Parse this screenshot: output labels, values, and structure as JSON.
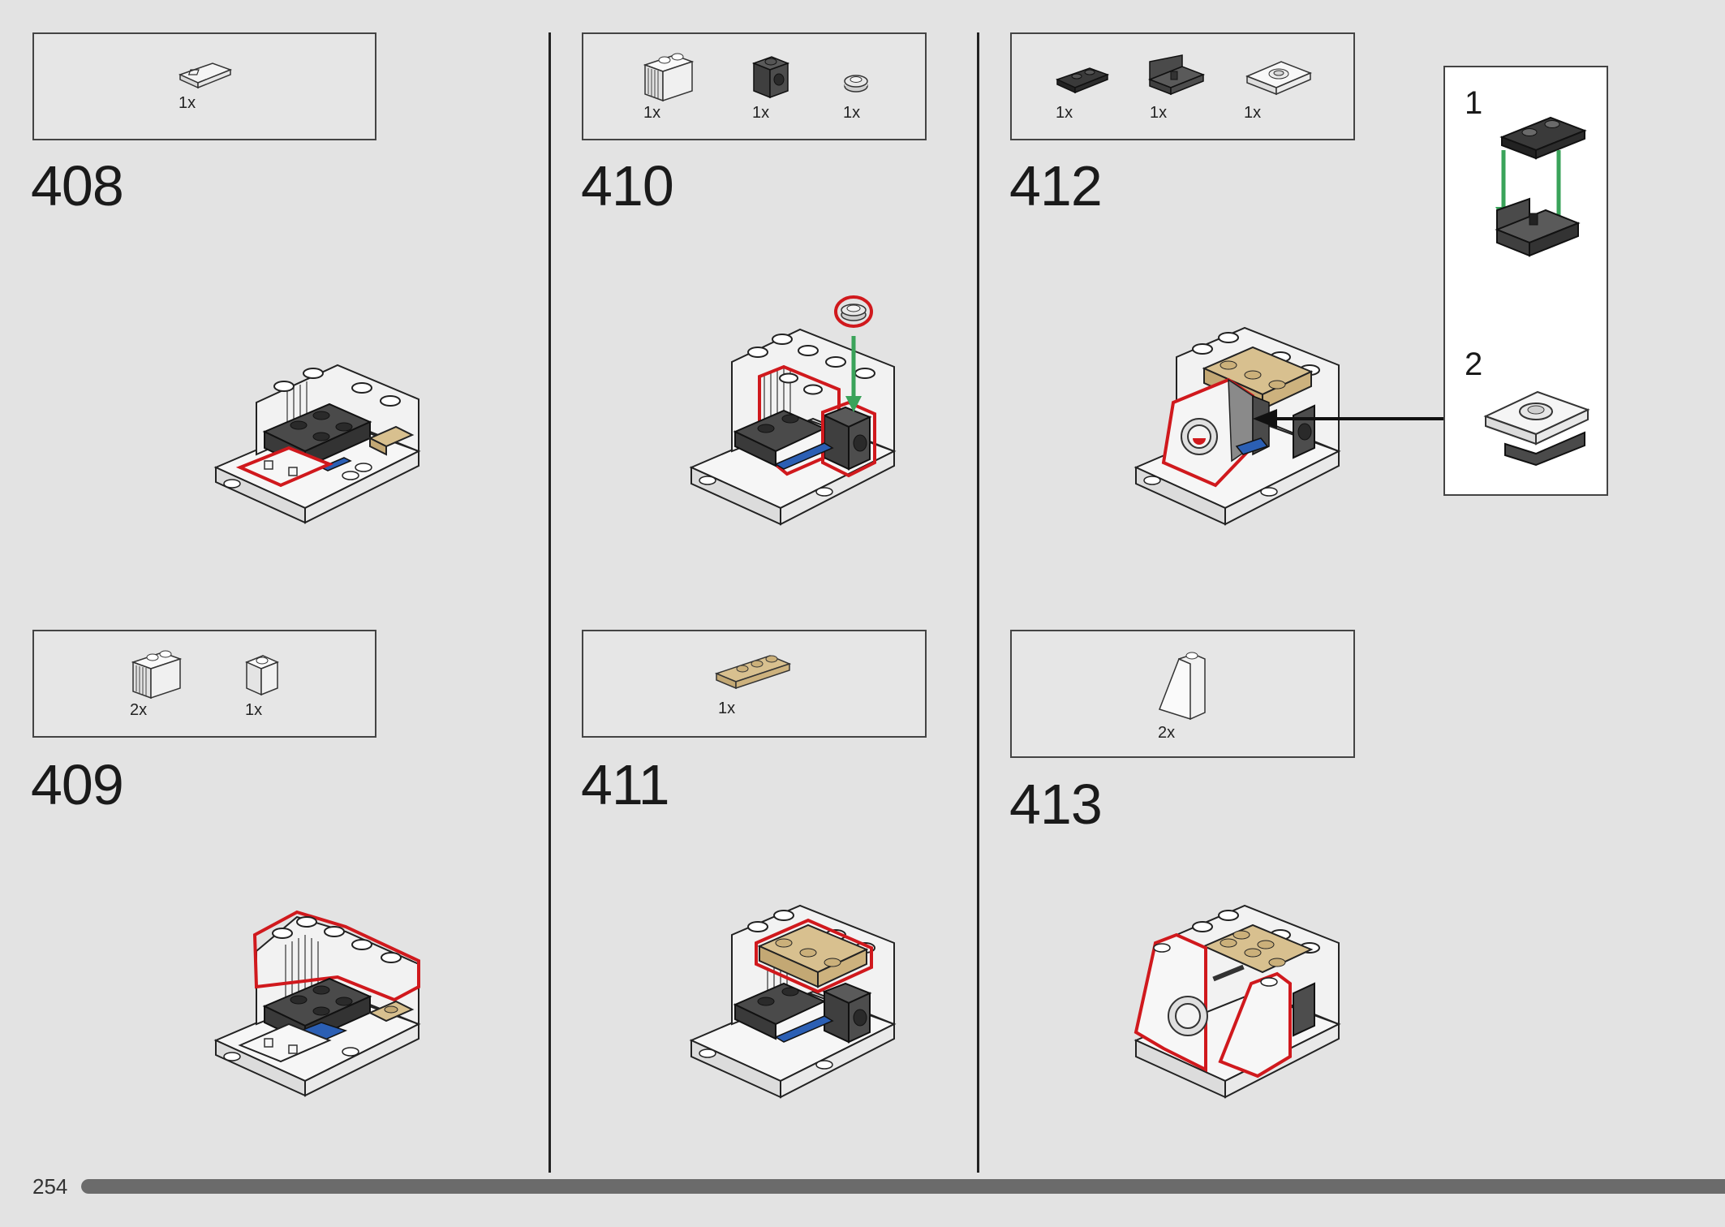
{
  "page": {
    "number": "254",
    "progress_percent": 100
  },
  "steps": [
    {
      "id": "408",
      "number": "408",
      "parts": [
        {
          "icon": "plate-1x2-grille-white-icon",
          "qty": "1x"
        }
      ]
    },
    {
      "id": "409",
      "number": "409",
      "parts": [
        {
          "icon": "brick-1x2-grille-white-icon",
          "qty": "2x"
        },
        {
          "icon": "brick-1x1-white-icon",
          "qty": "1x"
        }
      ]
    },
    {
      "id": "410",
      "number": "410",
      "parts": [
        {
          "icon": "brick-1x2-grille-white-icon",
          "qty": "1x"
        },
        {
          "icon": "technic-brick-1x1-dark-gray-icon",
          "qty": "1x"
        },
        {
          "icon": "round-plate-1x1-light-gray-icon",
          "qty": "1x"
        }
      ]
    },
    {
      "id": "411",
      "number": "411",
      "parts": [
        {
          "icon": "plate-1x3-tan-icon",
          "qty": "1x"
        }
      ]
    },
    {
      "id": "412",
      "number": "412",
      "parts": [
        {
          "icon": "plate-1x2-with-pins-black-icon",
          "qty": "1x"
        },
        {
          "icon": "bracket-1x2-dark-gray-icon",
          "qty": "1x"
        },
        {
          "icon": "tile-2x2-with-round-hole-white-icon",
          "qty": "1x"
        }
      ]
    },
    {
      "id": "413",
      "number": "413",
      "parts": [
        {
          "icon": "slope-1x2x2-white-icon",
          "qty": "2x"
        }
      ]
    }
  ],
  "callout": {
    "steps": [
      {
        "number": "1"
      },
      {
        "number": "2"
      }
    ]
  },
  "colors": {
    "background": "#e3e3e3",
    "highlight_outline": "#d0191d",
    "arrow_green": "#3aa35a",
    "tan": "#d8c08f",
    "dark_gray": "#555555",
    "black_part": "#2c2c2c",
    "blue": "#2b5fb4",
    "white_part": "#f7f7f7"
  }
}
